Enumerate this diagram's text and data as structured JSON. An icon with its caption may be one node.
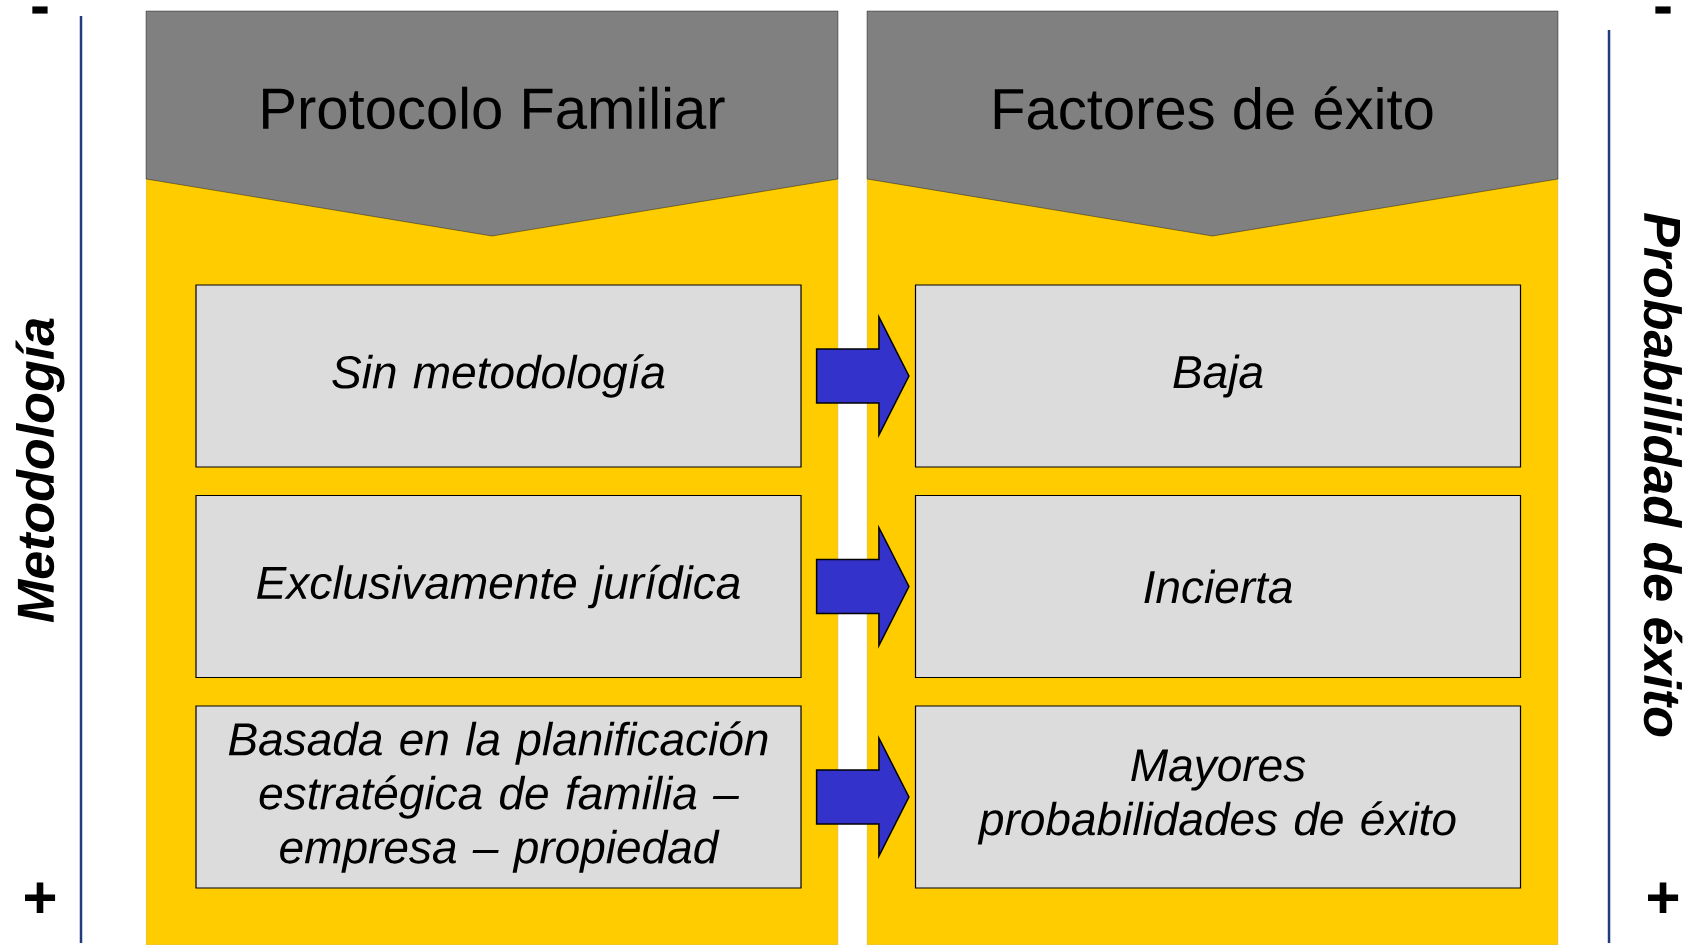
{
  "diagram": {
    "nodes": [
      {
        "text": [
          "Protocolo Familiar"
        ]
      },
      {
        "text": [
          "Factores de éxito"
        ]
      },
      {
        "text": [
          "Sin metodología"
        ],
        "in": 0
      },
      {
        "text": [
          "Exclusivamente jurídica"
        ],
        "in": 0
      },
      {
        "text": [
          "Basada en la planificación estratégica de familia – empresa – propiedad"
        ],
        "in": 0
      },
      {
        "text": [
          "Baja"
        ],
        "in": 1
      },
      {
        "text": [
          "Incierta"
        ],
        "in": 1
      },
      {
        "text": [
          "Mayores probabilidades de éxito"
        ],
        "in": 1
      }
    ],
    "edges": [
      {
        "from": 2,
        "to": 5,
        "arrow": "to"
      },
      {
        "from": 3,
        "to": 6,
        "arrow": "to"
      },
      {
        "from": 4,
        "to": 7,
        "arrow": "to"
      }
    ],
    "labels": [
      "-",
      "Metodología",
      "+",
      "-",
      "Probabilidad de éxito",
      "+"
    ]
  }
}
